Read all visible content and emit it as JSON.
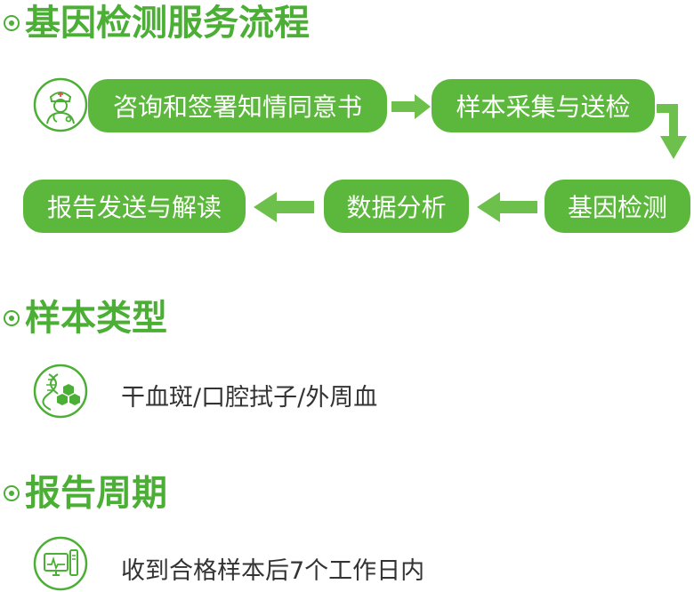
{
  "sections": {
    "process": {
      "title": "基因检测服务流程"
    },
    "sample": {
      "title": "样本类型",
      "text": "干血斑/口腔拭子/外周血"
    },
    "report": {
      "title": "报告周期",
      "text": "收到合格样本后7个工作日内"
    }
  },
  "steps": {
    "consent": "咨询和签署知情同意书",
    "collect": "样本采集与送检",
    "test": "基因检测",
    "analysis": "数据分析",
    "report": "报告发送与解读"
  },
  "colors": {
    "accent": "#4caf35",
    "pill": "#5cb83c",
    "arrow": "#6dc04c",
    "icon_ring": "#4caf35"
  },
  "icons": {
    "process": "doctor-icon",
    "sample": "dna-molecule-icon",
    "report": "monitor-icon"
  }
}
